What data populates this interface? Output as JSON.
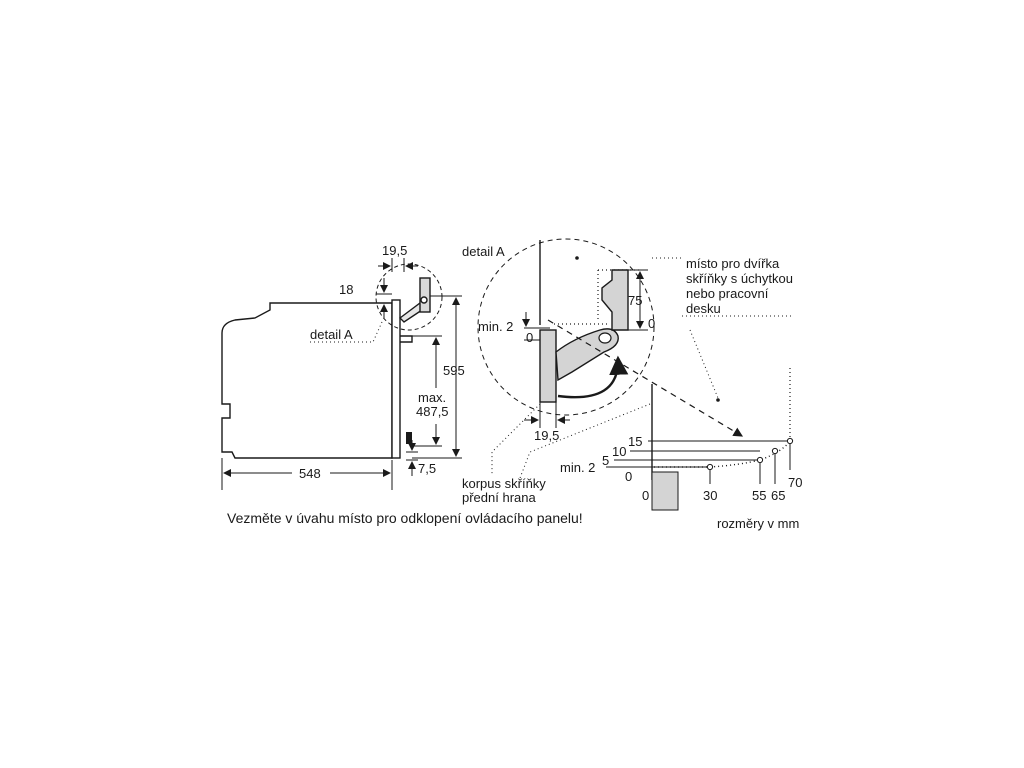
{
  "dimensions": {
    "depth": "548",
    "height": "595",
    "max_label": "max.",
    "max_value": "487,5",
    "top_gap": "18",
    "panel_offset": "19,5",
    "bottom_gap": "7,5",
    "detail_offset": "19,5",
    "detail_min": "min. 2",
    "detail_zero_left": "0",
    "detail_75": "75",
    "detail_zero_right": "0"
  },
  "labels": {
    "detail_a_small": "detail A",
    "detail_a_title": "detail A",
    "door_space": [
      "místo pro dvířka",
      "skříňky s úchytkou",
      "nebo pracovní",
      "desku"
    ],
    "cabinet_front": [
      "korpus skříňky",
      "přední hrana"
    ],
    "warning": "Vezměte v úvahu místo pro odklopení ovládacího panelu!",
    "units": "rozměry v mm"
  },
  "swing_graph": {
    "y_ticks": [
      "15",
      "10",
      "5",
      "min. 2",
      "0"
    ],
    "x_ticks": [
      "0",
      "30",
      "55",
      "65",
      "70"
    ]
  }
}
